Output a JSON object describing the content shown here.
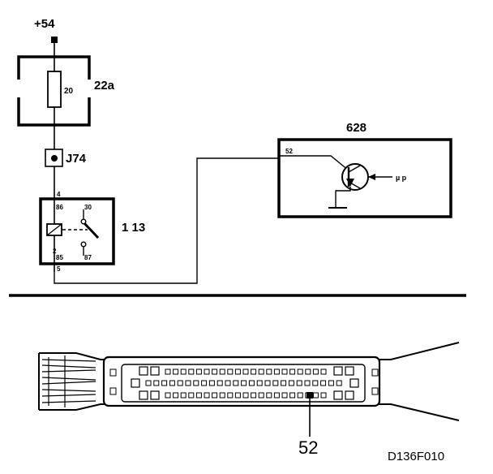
{
  "supply": {
    "label": "+54"
  },
  "fuse_box": {
    "label": "22a",
    "fuse_value": "20"
  },
  "connector_j74": {
    "label": "J74"
  },
  "relay": {
    "label": "1 13",
    "pin_top_left": "4",
    "pin_86": "86",
    "pin_30": "30",
    "pin_side": "2",
    "pin_85": "85",
    "pin_87": "87",
    "pin_bottom": "5"
  },
  "control_unit": {
    "label": "628",
    "pin": "52",
    "signal": "µ p"
  },
  "connector_view": {
    "pin_label": "52"
  },
  "figure_id": "D136F010"
}
